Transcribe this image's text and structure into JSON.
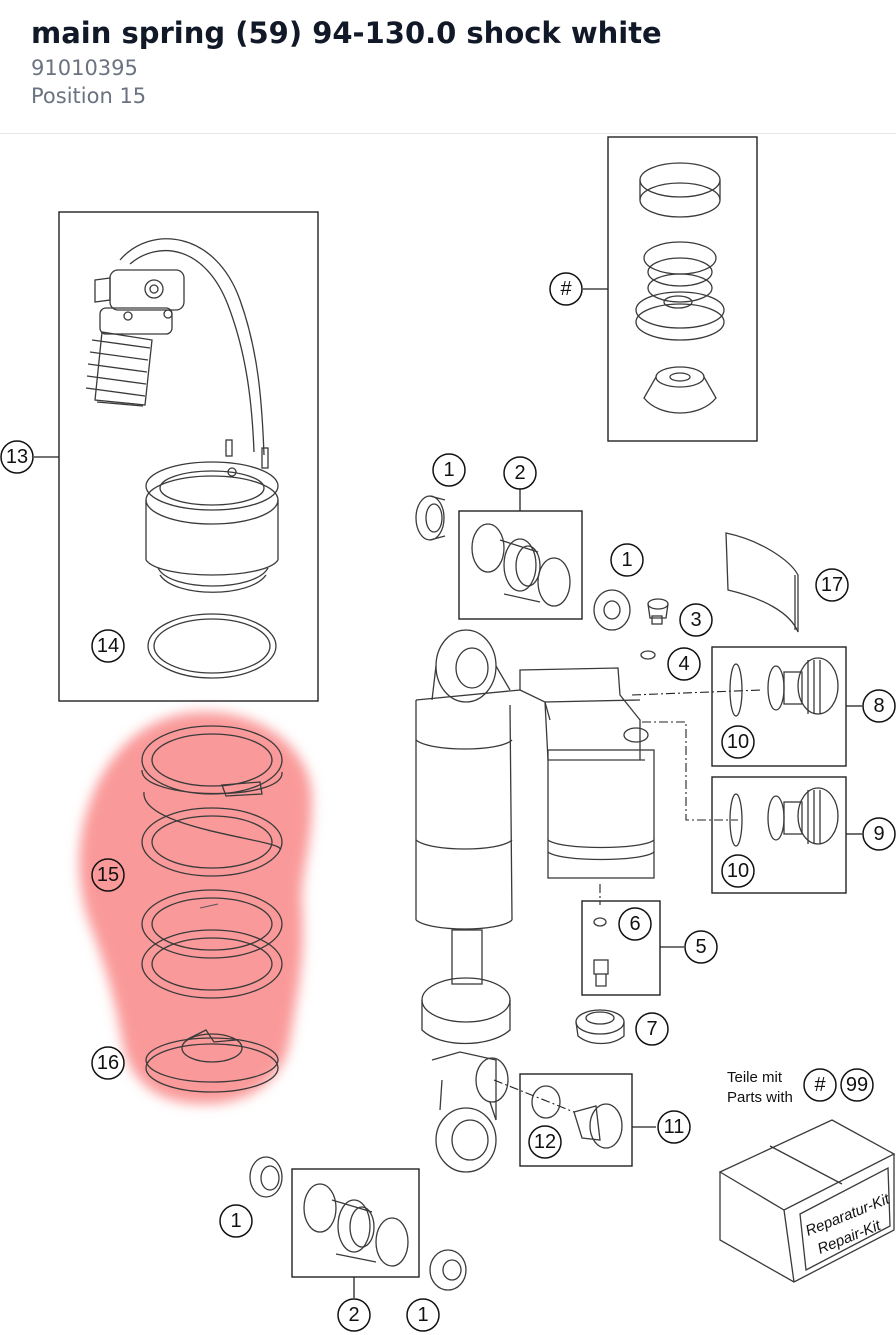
{
  "header": {
    "title": "main spring (59) 94-130.0 shock white",
    "part_number": "91010395",
    "position": "Position 15"
  },
  "highlight": {
    "position": "15",
    "color": "#f87171"
  },
  "callouts": {
    "c13": "13",
    "c14": "14",
    "c15": "15",
    "c16": "16",
    "c_hash_top": "#",
    "c1a": "1",
    "c2a": "2",
    "c1b": "1",
    "c3": "3",
    "c4": "4",
    "c17": "17",
    "c8": "8",
    "c10a": "10",
    "c9": "9",
    "c10b": "10",
    "c6": "6",
    "c5": "5",
    "c7": "7",
    "c11": "11",
    "c12": "12",
    "c1c": "1",
    "c2b": "2",
    "c1d": "1",
    "c_hash_kit": "#",
    "c99": "99"
  },
  "kit": {
    "line1": "Teile mit",
    "line2": "Parts with",
    "box_line1": "Reparatur-Kit",
    "box_line2": "Repair-Kit"
  }
}
